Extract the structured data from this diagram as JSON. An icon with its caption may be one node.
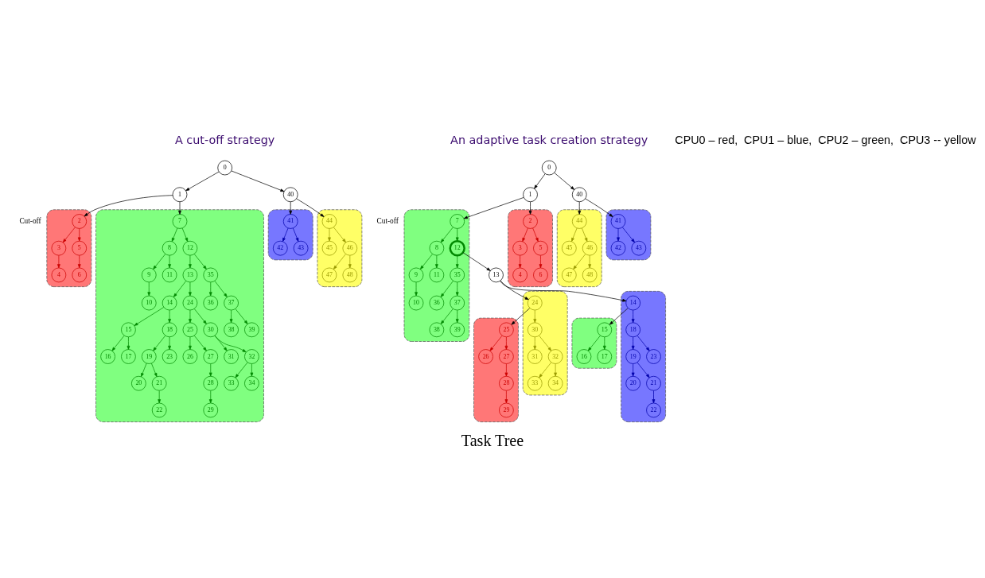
{
  "diagram": {
    "caption": "Task Tree",
    "nodes": [
      {
        "text": [],
        "shape": "cloud"
      },
      {
        "text": [],
        "shape": "cloud"
      },
      {
        "text": [],
        "shape": "cloud"
      },
      {
        "text": [],
        "shape": "cloud"
      },
      {
        "text": [
          "0"
        ]
      },
      {
        "text": [
          "1"
        ]
      },
      {
        "text": [
          "2"
        ],
        "in": 0
      },
      {
        "text": [
          "3"
        ],
        "in": 0
      },
      {
        "text": [
          "4"
        ],
        "in": 0
      },
      {
        "text": [
          "5"
        ],
        "in": 0
      },
      {
        "text": [
          "6"
        ],
        "in": 0
      },
      {
        "text": [
          "7"
        ],
        "in": 1
      },
      {
        "text": [
          "8"
        ],
        "in": 1
      },
      {
        "text": [
          "9"
        ],
        "in": 1
      },
      {
        "text": [
          "10"
        ],
        "in": 1
      },
      {
        "text": [
          "11"
        ],
        "in": 1
      },
      {
        "text": [
          "12"
        ],
        "in": 1
      },
      {
        "text": [
          "13"
        ],
        "in": 1
      },
      {
        "text": [
          "14"
        ],
        "in": 1
      },
      {
        "text": [
          "15"
        ],
        "in": 1
      },
      {
        "text": [
          "16"
        ],
        "in": 1
      },
      {
        "text": [
          "17"
        ],
        "in": 1
      },
      {
        "text": [
          "18"
        ],
        "in": 1
      },
      {
        "text": [
          "19"
        ],
        "in": 1
      },
      {
        "text": [
          "20"
        ],
        "in": 1
      },
      {
        "text": [
          "21"
        ],
        "in": 1
      },
      {
        "text": [
          "22"
        ],
        "in": 1
      },
      {
        "text": [
          "23"
        ],
        "in": 1
      },
      {
        "text": [
          "24"
        ],
        "in": 1
      },
      {
        "text": [
          "25"
        ],
        "in": 1
      },
      {
        "text": [
          "26"
        ],
        "in": 1
      },
      {
        "text": [
          "27"
        ],
        "in": 1
      },
      {
        "text": [
          "28"
        ],
        "in": 1
      },
      {
        "text": [
          "29"
        ],
        "in": 1
      },
      {
        "text": [
          "30"
        ],
        "in": 1
      },
      {
        "text": [
          "31"
        ],
        "in": 1
      },
      {
        "text": [
          "32"
        ],
        "in": 1
      },
      {
        "text": [
          "33"
        ],
        "in": 1
      },
      {
        "text": [
          "34"
        ],
        "in": 1
      },
      {
        "text": [
          "35"
        ],
        "in": 1
      },
      {
        "text": [
          "36"
        ],
        "in": 1
      },
      {
        "text": [
          "37"
        ],
        "in": 1
      },
      {
        "text": [
          "38"
        ],
        "in": 1
      },
      {
        "text": [
          "39"
        ],
        "in": 1
      },
      {
        "text": [
          "40"
        ]
      },
      {
        "text": [
          "41"
        ],
        "in": 2
      },
      {
        "text": [
          "42"
        ],
        "in": 2
      },
      {
        "text": [
          "43"
        ],
        "in": 2
      },
      {
        "text": [
          "44"
        ],
        "in": 3
      },
      {
        "text": [
          "45"
        ],
        "in": 3
      },
      {
        "text": [
          "46"
        ],
        "in": 3
      },
      {
        "text": [
          "47"
        ],
        "in": 3
      },
      {
        "text": [
          "48"
        ],
        "in": 3
      },
      {
        "text": [],
        "shape": "cloud"
      },
      {
        "text": [],
        "shape": "cloud"
      },
      {
        "text": [],
        "shape": "cloud"
      },
      {
        "text": [],
        "shape": "cloud"
      },
      {
        "text": [],
        "shape": "cloud"
      },
      {
        "text": [],
        "shape": "cloud"
      },
      {
        "text": [],
        "shape": "cloud"
      },
      {
        "text": [],
        "shape": "cloud"
      },
      {
        "text": [
          "0"
        ]
      },
      {
        "text": [
          "1"
        ]
      },
      {
        "text": [
          "2"
        ],
        "in": 53
      },
      {
        "text": [
          "3"
        ],
        "in": 53
      },
      {
        "text": [
          "4"
        ],
        "in": 53
      },
      {
        "text": [
          "5"
        ],
        "in": 53
      },
      {
        "text": [
          "6"
        ],
        "in": 53
      },
      {
        "text": [
          "7"
        ],
        "in": 55
      },
      {
        "text": [
          "8"
        ],
        "in": 55
      },
      {
        "text": [
          "9"
        ],
        "in": 55
      },
      {
        "text": [
          "10"
        ],
        "in": 55
      },
      {
        "text": [
          "11"
        ],
        "in": 55
      },
      {
        "text": [
          "12"
        ],
        "in": 55
      },
      {
        "text": [
          "13"
        ]
      },
      {
        "text": [
          "14"
        ],
        "in": 58
      },
      {
        "text": [
          "15"
        ],
        "in": 56
      },
      {
        "text": [
          "16"
        ],
        "in": 56
      },
      {
        "text": [
          "17"
        ],
        "in": 56
      },
      {
        "text": [
          "18"
        ],
        "in": 58
      },
      {
        "text": [
          "19"
        ],
        "in": 58
      },
      {
        "text": [
          "20"
        ],
        "in": 58
      },
      {
        "text": [
          "21"
        ],
        "in": 58
      },
      {
        "text": [
          "22"
        ],
        "in": 58
      },
      {
        "text": [
          "23"
        ],
        "in": 58
      },
      {
        "text": [
          "24"
        ],
        "in": 60
      },
      {
        "text": [
          "25"
        ],
        "in": 54
      },
      {
        "text": [
          "26"
        ],
        "in": 54
      },
      {
        "text": [
          "27"
        ],
        "in": 54
      },
      {
        "text": [
          "28"
        ],
        "in": 54
      },
      {
        "text": [
          "29"
        ],
        "in": 54
      },
      {
        "text": [
          "30"
        ],
        "in": 60
      },
      {
        "text": [
          "31"
        ],
        "in": 60
      },
      {
        "text": [
          "32"
        ],
        "in": 60
      },
      {
        "text": [
          "33"
        ],
        "in": 60
      },
      {
        "text": [
          "34"
        ],
        "in": 60
      },
      {
        "text": [
          "35"
        ],
        "in": 55
      },
      {
        "text": [
          "36"
        ],
        "in": 55
      },
      {
        "text": [
          "37"
        ],
        "in": 55
      },
      {
        "text": [
          "38"
        ],
        "in": 55
      },
      {
        "text": [
          "39"
        ],
        "in": 55
      },
      {
        "text": [
          "40"
        ]
      },
      {
        "text": [
          "41"
        ],
        "in": 57
      },
      {
        "text": [
          "42"
        ],
        "in": 57
      },
      {
        "text": [
          "43"
        ],
        "in": 57
      },
      {
        "text": [
          "44"
        ],
        "in": 59
      },
      {
        "text": [
          "45"
        ],
        "in": 59
      },
      {
        "text": [
          "46"
        ],
        "in": 59
      },
      {
        "text": [
          "47"
        ],
        "in": 59
      },
      {
        "text": [
          "48"
        ],
        "in": 59
      }
    ],
    "edges": [
      {
        "from": 4,
        "to": 5,
        "arrow": "to",
        "color": "#000000"
      },
      {
        "from": 4,
        "to": 44,
        "arrow": "to",
        "color": "#000000"
      },
      {
        "from": 5,
        "to": 6,
        "arrow": "to",
        "color": "#000000"
      },
      {
        "from": 5,
        "to": 11,
        "arrow": "to",
        "color": "#000000"
      },
      {
        "from": 6,
        "to": 7,
        "arrow": "to",
        "color": "#cc0000"
      },
      {
        "from": 6,
        "to": 9,
        "arrow": "to",
        "color": "#cc0000"
      },
      {
        "from": 7,
        "to": 8,
        "arrow": "to",
        "color": "#cc0000"
      },
      {
        "from": 9,
        "to": 10,
        "arrow": "to",
        "color": "#cc0000"
      },
      {
        "from": 11,
        "to": 12,
        "arrow": "to",
        "color": "#008800"
      },
      {
        "from": 11,
        "to": 16,
        "arrow": "to",
        "color": "#008800"
      },
      {
        "from": 12,
        "to": 13,
        "arrow": "to",
        "color": "#008800"
      },
      {
        "from": 12,
        "to": 15,
        "arrow": "to",
        "color": "#008800"
      },
      {
        "from": 13,
        "to": 14,
        "arrow": "to",
        "color": "#008800"
      },
      {
        "from": 16,
        "to": 17,
        "arrow": "to",
        "color": "#008800"
      },
      {
        "from": 16,
        "to": 39,
        "arrow": "to",
        "color": "#008800"
      },
      {
        "from": 17,
        "to": 18,
        "arrow": "to",
        "color": "#008800"
      },
      {
        "from": 17,
        "to": 28,
        "arrow": "to",
        "color": "#008800"
      },
      {
        "from": 18,
        "to": 19,
        "arrow": "to",
        "color": "#008800"
      },
      {
        "from": 18,
        "to": 22,
        "arrow": "to",
        "color": "#008800"
      },
      {
        "from": 19,
        "to": 20,
        "arrow": "to",
        "color": "#008800"
      },
      {
        "from": 19,
        "to": 21,
        "arrow": "to",
        "color": "#008800"
      },
      {
        "from": 22,
        "to": 23,
        "arrow": "to",
        "color": "#008800"
      },
      {
        "from": 22,
        "to": 27,
        "arrow": "to",
        "color": "#008800"
      },
      {
        "from": 23,
        "to": 24,
        "arrow": "to",
        "color": "#008800"
      },
      {
        "from": 23,
        "to": 25,
        "arrow": "to",
        "color": "#008800"
      },
      {
        "from": 25,
        "to": 26,
        "arrow": "to",
        "color": "#008800"
      },
      {
        "from": 28,
        "to": 29,
        "arrow": "to",
        "color": "#008800"
      },
      {
        "from": 28,
        "to": 34,
        "arrow": "to",
        "color": "#008800"
      },
      {
        "from": 29,
        "to": 30,
        "arrow": "to",
        "color": "#008800"
      },
      {
        "from": 29,
        "to": 31,
        "arrow": "to",
        "color": "#008800"
      },
      {
        "from": 31,
        "to": 32,
        "arrow": "to",
        "color": "#008800"
      },
      {
        "from": 32,
        "to": 33,
        "arrow": "to",
        "color": "#008800"
      },
      {
        "from": 34,
        "to": 35,
        "arrow": "to",
        "color": "#008800"
      },
      {
        "from": 34,
        "to": 36,
        "arrow": "to",
        "color": "#008800"
      },
      {
        "from": 36,
        "to": 37,
        "arrow": "to",
        "color": "#008800"
      },
      {
        "from": 36,
        "to": 38,
        "arrow": "to",
        "color": "#008800"
      },
      {
        "from": 39,
        "to": 40,
        "arrow": "to",
        "color": "#008800"
      },
      {
        "from": 39,
        "to": 41,
        "arrow": "to",
        "color": "#008800"
      },
      {
        "from": 41,
        "to": 42,
        "arrow": "to",
        "color": "#008800"
      },
      {
        "from": 41,
        "to": 43,
        "arrow": "to",
        "color": "#008800"
      },
      {
        "from": 44,
        "to": 45,
        "arrow": "to",
        "color": "#000000"
      },
      {
        "from": 44,
        "to": 48,
        "arrow": "to",
        "color": "#000000"
      },
      {
        "from": 45,
        "to": 46,
        "arrow": "to",
        "color": "#0000aa"
      },
      {
        "from": 45,
        "to": 47,
        "arrow": "to",
        "color": "#0000aa"
      },
      {
        "from": 48,
        "to": 49,
        "arrow": "to",
        "color": "#999900"
      },
      {
        "from": 48,
        "to": 50,
        "arrow": "to",
        "color": "#999900"
      },
      {
        "from": 50,
        "to": 51,
        "arrow": "to",
        "color": "#999900"
      },
      {
        "from": 50,
        "to": 52,
        "arrow": "to",
        "color": "#999900"
      },
      {
        "from": 61,
        "to": 62,
        "arrow": "to",
        "color": "#000000"
      },
      {
        "from": 61,
        "to": 101,
        "arrow": "to",
        "color": "#000000"
      },
      {
        "from": 62,
        "to": 63,
        "arrow": "to",
        "color": "#000000"
      },
      {
        "from": 62,
        "to": 68,
        "arrow": "to",
        "color": "#000000"
      },
      {
        "from": 63,
        "to": 64,
        "arrow": "to",
        "color": "#cc0000"
      },
      {
        "from": 63,
        "to": 66,
        "arrow": "to",
        "color": "#cc0000"
      },
      {
        "from": 64,
        "to": 65,
        "arrow": "to",
        "color": "#cc0000"
      },
      {
        "from": 66,
        "to": 67,
        "arrow": "to",
        "color": "#cc0000"
      },
      {
        "from": 68,
        "to": 69,
        "arrow": "to",
        "color": "#008800"
      },
      {
        "from": 68,
        "to": 73,
        "arrow": "to",
        "color": "#008800"
      },
      {
        "from": 69,
        "to": 70,
        "arrow": "to",
        "color": "#008800"
      },
      {
        "from": 69,
        "to": 72,
        "arrow": "to",
        "color": "#008800"
      },
      {
        "from": 70,
        "to": 71,
        "arrow": "to",
        "color": "#008800"
      },
      {
        "from": 73,
        "to": 74,
        "arrow": "to",
        "color": "#000000"
      },
      {
        "from": 73,
        "to": 96,
        "arrow": "to",
        "color": "#008800"
      },
      {
        "from": 74,
        "to": 75,
        "arrow": "to",
        "color": "#000000"
      },
      {
        "from": 74,
        "to": 85,
        "arrow": "to",
        "color": "#000000"
      },
      {
        "from": 75,
        "to": 76,
        "arrow": "to",
        "color": "#000000"
      },
      {
        "from": 75,
        "to": 79,
        "arrow": "to",
        "color": "#0000aa"
      },
      {
        "from": 76,
        "to": 77,
        "arrow": "to",
        "color": "#008800"
      },
      {
        "from": 76,
        "to": 78,
        "arrow": "to",
        "color": "#008800"
      },
      {
        "from": 79,
        "to": 80,
        "arrow": "to",
        "color": "#0000aa"
      },
      {
        "from": 79,
        "to": 84,
        "arrow": "to",
        "color": "#0000aa"
      },
      {
        "from": 80,
        "to": 81,
        "arrow": "to",
        "color": "#0000aa"
      },
      {
        "from": 80,
        "to": 82,
        "arrow": "to",
        "color": "#0000aa"
      },
      {
        "from": 82,
        "to": 83,
        "arrow": "to",
        "color": "#0000aa"
      },
      {
        "from": 85,
        "to": 86,
        "arrow": "to",
        "color": "#000000"
      },
      {
        "from": 85,
        "to": 91,
        "arrow": "to",
        "color": "#999900"
      },
      {
        "from": 86,
        "to": 87,
        "arrow": "to",
        "color": "#cc0000"
      },
      {
        "from": 86,
        "to": 88,
        "arrow": "to",
        "color": "#cc0000"
      },
      {
        "from": 88,
        "to": 89,
        "arrow": "to",
        "color": "#cc0000"
      },
      {
        "from": 89,
        "to": 90,
        "arrow": "to",
        "color": "#cc0000"
      },
      {
        "from": 91,
        "to": 92,
        "arrow": "to",
        "color": "#999900"
      },
      {
        "from": 91,
        "to": 93,
        "arrow": "to",
        "color": "#999900"
      },
      {
        "from": 93,
        "to": 94,
        "arrow": "to",
        "color": "#999900"
      },
      {
        "from": 93,
        "to": 95,
        "arrow": "to",
        "color": "#999900"
      },
      {
        "from": 96,
        "to": 97,
        "arrow": "to",
        "color": "#008800"
      },
      {
        "from": 96,
        "to": 98,
        "arrow": "to",
        "color": "#008800"
      },
      {
        "from": 98,
        "to": 99,
        "arrow": "to",
        "color": "#008800"
      },
      {
        "from": 98,
        "to": 100,
        "arrow": "to",
        "color": "#008800"
      },
      {
        "from": 101,
        "to": 102,
        "arrow": "to",
        "color": "#000000"
      },
      {
        "from": 101,
        "to": 105,
        "arrow": "to",
        "color": "#000000"
      },
      {
        "from": 102,
        "to": 103,
        "arrow": "to",
        "color": "#0000aa"
      },
      {
        "from": 102,
        "to": 104,
        "arrow": "to",
        "color": "#0000aa"
      },
      {
        "from": 105,
        "to": 106,
        "arrow": "to",
        "color": "#999900"
      },
      {
        "from": 105,
        "to": 107,
        "arrow": "to",
        "color": "#999900"
      },
      {
        "from": 107,
        "to": 108,
        "arrow": "to",
        "color": "#999900"
      },
      {
        "from": 107,
        "to": 109,
        "arrow": "to",
        "color": "#999900"
      }
    ],
    "labels": [
      "A cut-off strategy",
      "An adaptive task creation strategy",
      "Cut-off",
      "Cut-off",
      "CPU0 – red,  CPU1 – blue,  CPU2 – green,  CPU3 -- yellow"
    ]
  }
}
